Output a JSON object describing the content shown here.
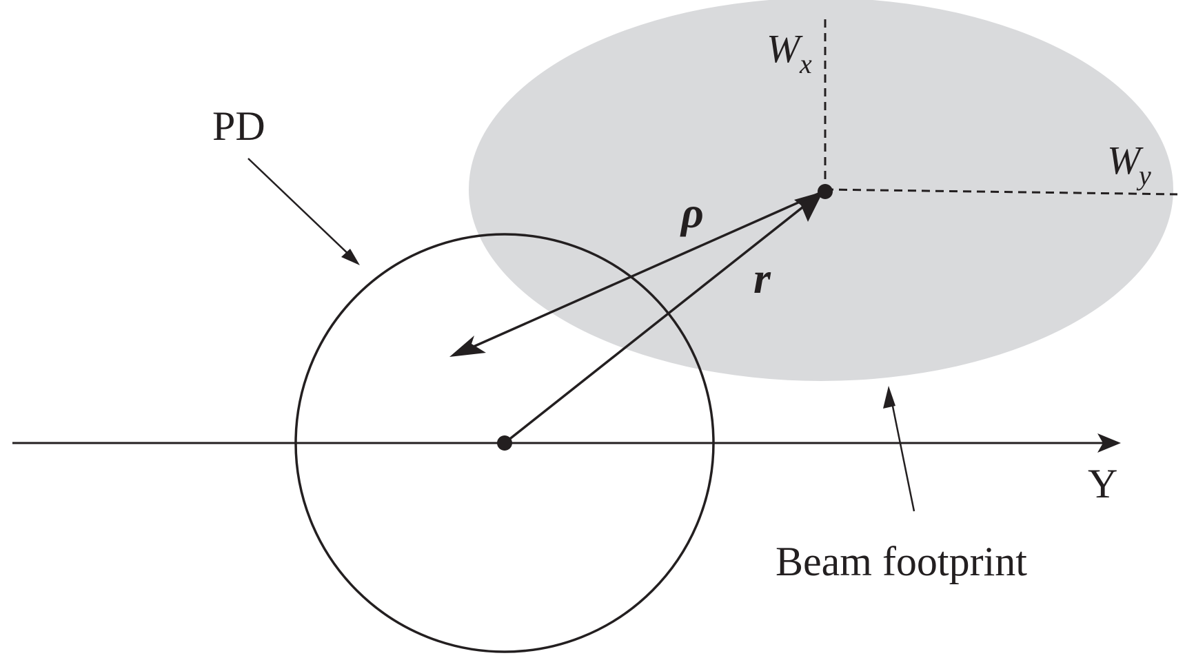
{
  "labels": {
    "pd": "PD",
    "rho": "ρ",
    "r": "r",
    "y_axis": "Y",
    "beam_footprint": "Beam footprint",
    "wx_main": "W",
    "wx_sub": "x",
    "wy_main": "W",
    "wy_sub": "y"
  },
  "colors": {
    "ink": "#231f20",
    "beam_fill": "#d9dadc"
  },
  "icons": {
    "axis_arrow": "arrowhead-right",
    "vector_arrow": "arrowhead-filled"
  }
}
